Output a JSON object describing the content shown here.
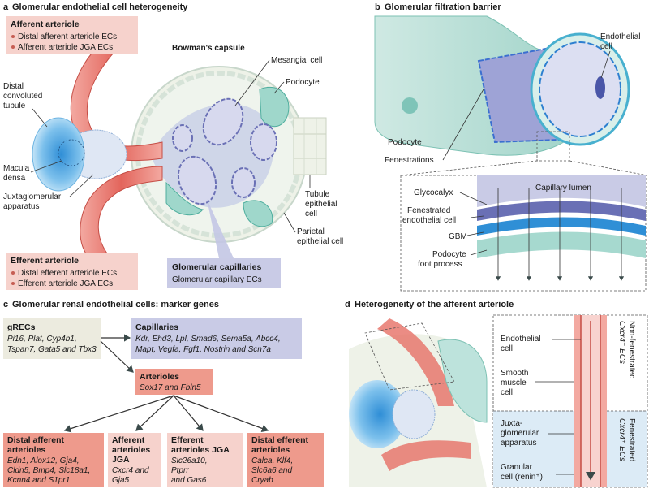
{
  "panel_a": {
    "letter": "a",
    "title": "Glomerular endothelial cell heterogeneity",
    "afferent": {
      "title": "Afferent arteriole",
      "items": [
        "Distal afferent arteriole ECs",
        "Afferent arteriole JGA ECs"
      ]
    },
    "efferent": {
      "title": "Efferent arteriole",
      "items": [
        "Distal efferent arteriole ECs",
        "Efferent arteriole JGA ECs"
      ]
    },
    "bowmans_capsule": "Bowman's capsule",
    "mesangial_cell": "Mesangial cell",
    "podocyte": "Podocyte",
    "distal_tubule": [
      "Distal",
      "convoluted",
      "tubule"
    ],
    "macula_densa": [
      "Macula",
      "densa"
    ],
    "jga": [
      "Juxtaglomerular",
      "apparatus"
    ],
    "tubule_epithelial": [
      "Tubule",
      "epithelial",
      "cell"
    ],
    "parietal": [
      "Parietal",
      "epithelial cell"
    ],
    "capillaries": {
      "title": "Glomerular capillaries",
      "sub": "Glomerular capillary ECs"
    }
  },
  "panel_b": {
    "letter": "b",
    "title": "Glomerular filtration barrier",
    "endothelial_cell": [
      "Endothelial",
      "cell"
    ],
    "podocyte": "Podocyte",
    "fenestrations": "Fenestrations",
    "glycocalyx": "Glycocalyx",
    "capillary_lumen": "Capillary lumen",
    "fenestrated_ec": [
      "Fenestrated",
      "endothelial cell"
    ],
    "gbm": "GBM",
    "podocyte_foot": [
      "Podocyte",
      "foot process"
    ]
  },
  "panel_c": {
    "letter": "c",
    "title": "Glomerular renal endothelial cells: marker genes",
    "grecs": {
      "title": "gRECs",
      "lines": [
        "Pi16, Plat, Cyp4b1,",
        "Tspan7, Gata5 and Tbx3"
      ]
    },
    "capillaries": {
      "title": "Capillaries",
      "lines": [
        "Kdr, Ehd3, Lpl, Smad6, Sema5a, Abcc4,",
        "Mapt, Vegfa, Fgf1, Nostrin and Scn7a"
      ]
    },
    "arterioles": {
      "title": "Arterioles",
      "lines": [
        "Sox17 and Fbln5"
      ]
    },
    "distal_afferent": {
      "title": [
        "Distal afferent",
        "arterioles"
      ],
      "lines": [
        "Edn1, Alox12, Gja4,",
        "Cldn5, Bmp4, Slc18a1,",
        "Kcnn4 and S1pr1"
      ]
    },
    "afferent_jga": {
      "title": [
        "Afferent",
        "arterioles",
        "JGA"
      ],
      "lines": [
        "Cxcr4 and",
        "Gja5"
      ]
    },
    "efferent_jga": {
      "title": [
        "Efferent",
        "arterioles JGA"
      ],
      "lines": [
        "Slc26a10,",
        "Ptprr",
        "and Gas6"
      ]
    },
    "distal_efferent": {
      "title": [
        "Distal efferent",
        "arterioles"
      ],
      "lines": [
        "Calca, Klf4,",
        "Slc6a6 and",
        "Cryab"
      ]
    }
  },
  "panel_d": {
    "letter": "d",
    "title": "Heterogeneity of the afferent arteriole",
    "endothelial_cell": [
      "Endothelial",
      "cell"
    ],
    "smooth_muscle": [
      "Smooth",
      "muscle",
      "cell"
    ],
    "jga": [
      "Juxta-",
      "glomerular",
      "apparatus"
    ],
    "granular": [
      "Granular",
      "cell (renin⁺)"
    ],
    "non_fenestrated": [
      "Non-fenestrated",
      "Cxcr4⁻ ECs"
    ],
    "fenestrated": [
      "Fenestrated",
      "Cxcr4⁺ ECs"
    ]
  },
  "colors": {
    "pink_box": "#f6d2cc",
    "salmon_box": "#ee9a8c",
    "lavender_box": "#c9cbe6",
    "beige_box": "#ecebdf",
    "artery_red": "#e66f65",
    "teal_cell": "#bde3dc",
    "capillary_blue": "#9ea3d6",
    "macula_blue": "#3d9ad9"
  }
}
